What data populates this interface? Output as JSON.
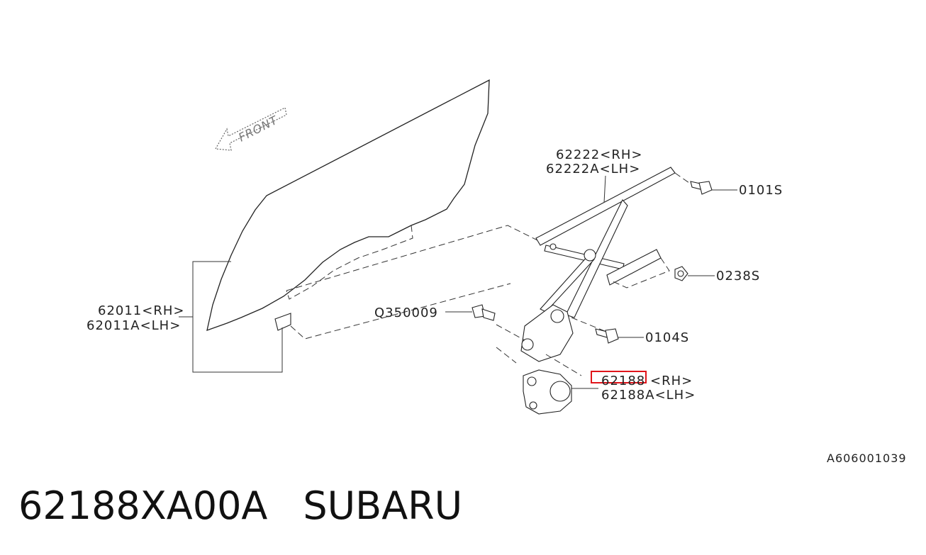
{
  "diagram": {
    "front_label": "FRONT",
    "labels": {
      "p62222_rh": "62222<RH>",
      "p62222a_lh": "62222A<LH>",
      "p0101s": "0101S",
      "p0238s": "0238S",
      "p62011_rh": "62011<RH>",
      "p62011a_lh": "62011A<LH>",
      "pq350009": "Q350009",
      "p0104s": "0104S",
      "p62188_rh": "62188 <RH>",
      "p62188a_lh": "62188A<LH>"
    },
    "drawing_id": "A606001039",
    "highlight_color": "#e0151b"
  },
  "footer": {
    "part_number": "62188XA00A",
    "brand": "SUBARU"
  }
}
